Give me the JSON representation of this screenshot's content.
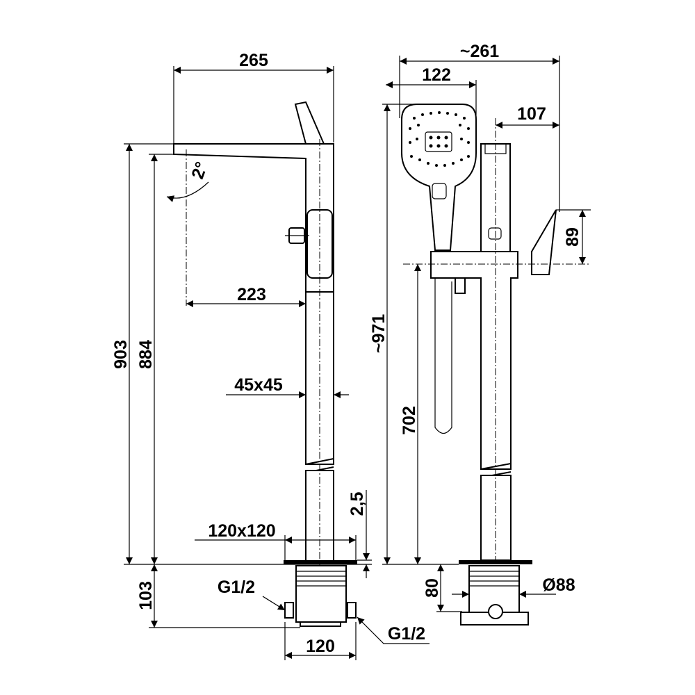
{
  "drawing": {
    "left_view": {
      "width": "265",
      "spout_reach": "223",
      "tilt": "2°",
      "total_height": "903",
      "spout_height": "884",
      "column_section": "45x45",
      "plate_thickness": "2,5",
      "plate_size": "120x120",
      "box_depth": "103",
      "inlet_left": "G1/2",
      "inlet_right": "G1/2",
      "box_width": "120"
    },
    "right_view": {
      "overall_depth": "~261",
      "handshower_width": "122",
      "lever_offset": "107",
      "lever_height": "89",
      "total_height": "~971",
      "body_height": "702",
      "box_height": "80",
      "box_diameter": "Ø88"
    }
  }
}
